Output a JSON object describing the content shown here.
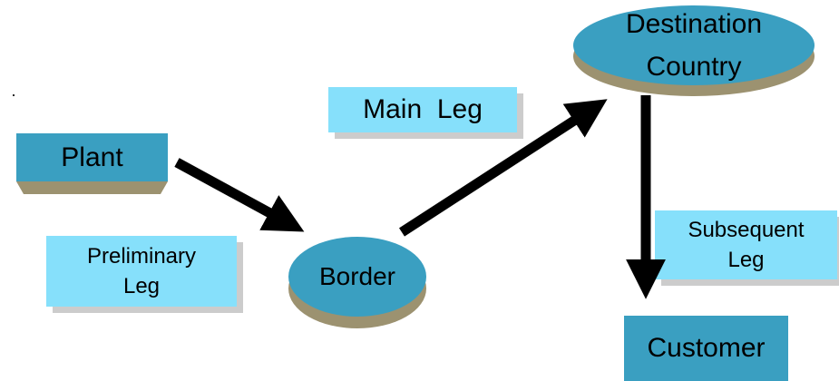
{
  "nodes": {
    "plant": "Plant",
    "border": "Border",
    "destination": "Destination\nCountry",
    "customer": "Customer"
  },
  "legs": {
    "main": "Main  Leg",
    "preliminary": "Preliminary\nLeg",
    "subsequent": "Subsequent\nLeg"
  },
  "stray_mark": ".",
  "colors": {
    "node_fill": "#3a9fc1",
    "node_shadow": "#9c9270",
    "label_box_fill": "#86e0fb",
    "label_box_shadow": "#cccccc",
    "arrow": "#000000"
  }
}
